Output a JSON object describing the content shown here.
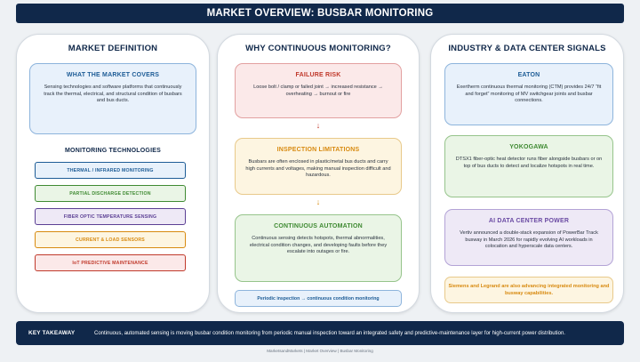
{
  "title": "MARKET OVERVIEW: BUSBAR MONITORING",
  "columns": {
    "definition": {
      "heading": "MARKET DEFINITION",
      "covers": {
        "heading": "WHAT THE MARKET COVERS",
        "body": "Sensing technologies and software platforms that continuously track the thermal, electrical, and structural condition of busbars and bus ducts."
      },
      "tech_heading": "MONITORING TECHNOLOGIES",
      "technologies": [
        "THERMAL / INFRARED MONITORING",
        "PARTIAL DISCHARGE DETECTION",
        "FIBER OPTIC TEMPERATURE SENSING",
        "CURRENT & LOAD SENSORS",
        "IoT PREDICTIVE MAINTENANCE"
      ]
    },
    "why": {
      "heading": "WHY CONTINUOUS MONITORING?",
      "cards": [
        {
          "heading": "FAILURE RISK",
          "body": "Loose bolt / clamp or failed joint → increased resistance → overheating → burnout or fire"
        },
        {
          "heading": "INSPECTION LIMITATIONS",
          "body": "Busbars are often enclosed in plastic/metal bus ducts and carry high currents and voltages, making manual inspection difficult and hazardous."
        },
        {
          "heading": "CONTINUOUS AUTOMATION",
          "body": "Continuous sensing detects hotspots, thermal abnormalities, electrical condition changes, and developing faults before they escalate into outages or fire."
        }
      ],
      "arrow_glyph": "↓",
      "bottom": "Periodic inspection → continuous condition monitoring"
    },
    "signals": {
      "heading": "INDUSTRY & DATA CENTER SIGNALS",
      "cards": [
        {
          "heading": "EATON",
          "body": "Exertherm continuous thermal monitoring (CTM) provides 24/7 “fit and forget” monitoring of MV switchgear joints and busbar connections."
        },
        {
          "heading": "YOKOGAWA",
          "body": "DTSX1 fiber-optic heat detector runs fiber alongside busbars or on top of bus ducts to detect and localize hotspots in real time."
        },
        {
          "heading": "AI DATA CENTER POWER",
          "body": "Vertiv announced a double-stack expansion of PowerBar Track busway in March 2026 for rapidly evolving AI workloads in colocation and hyperscale data centers."
        }
      ],
      "note": "Siemens and Legrand are also advancing integrated monitoring and busway capabilities."
    }
  },
  "takeaway": {
    "label": "KEY TAKEAWAY",
    "text": "Continuous, automated sensing is moving busbar condition monitoring from periodic manual inspection toward an integrated safety and predictive-maintenance layer for high-current power distribution."
  },
  "footer": "MarketsandMarkets | Market Overview | Busbar Monitoring"
}
